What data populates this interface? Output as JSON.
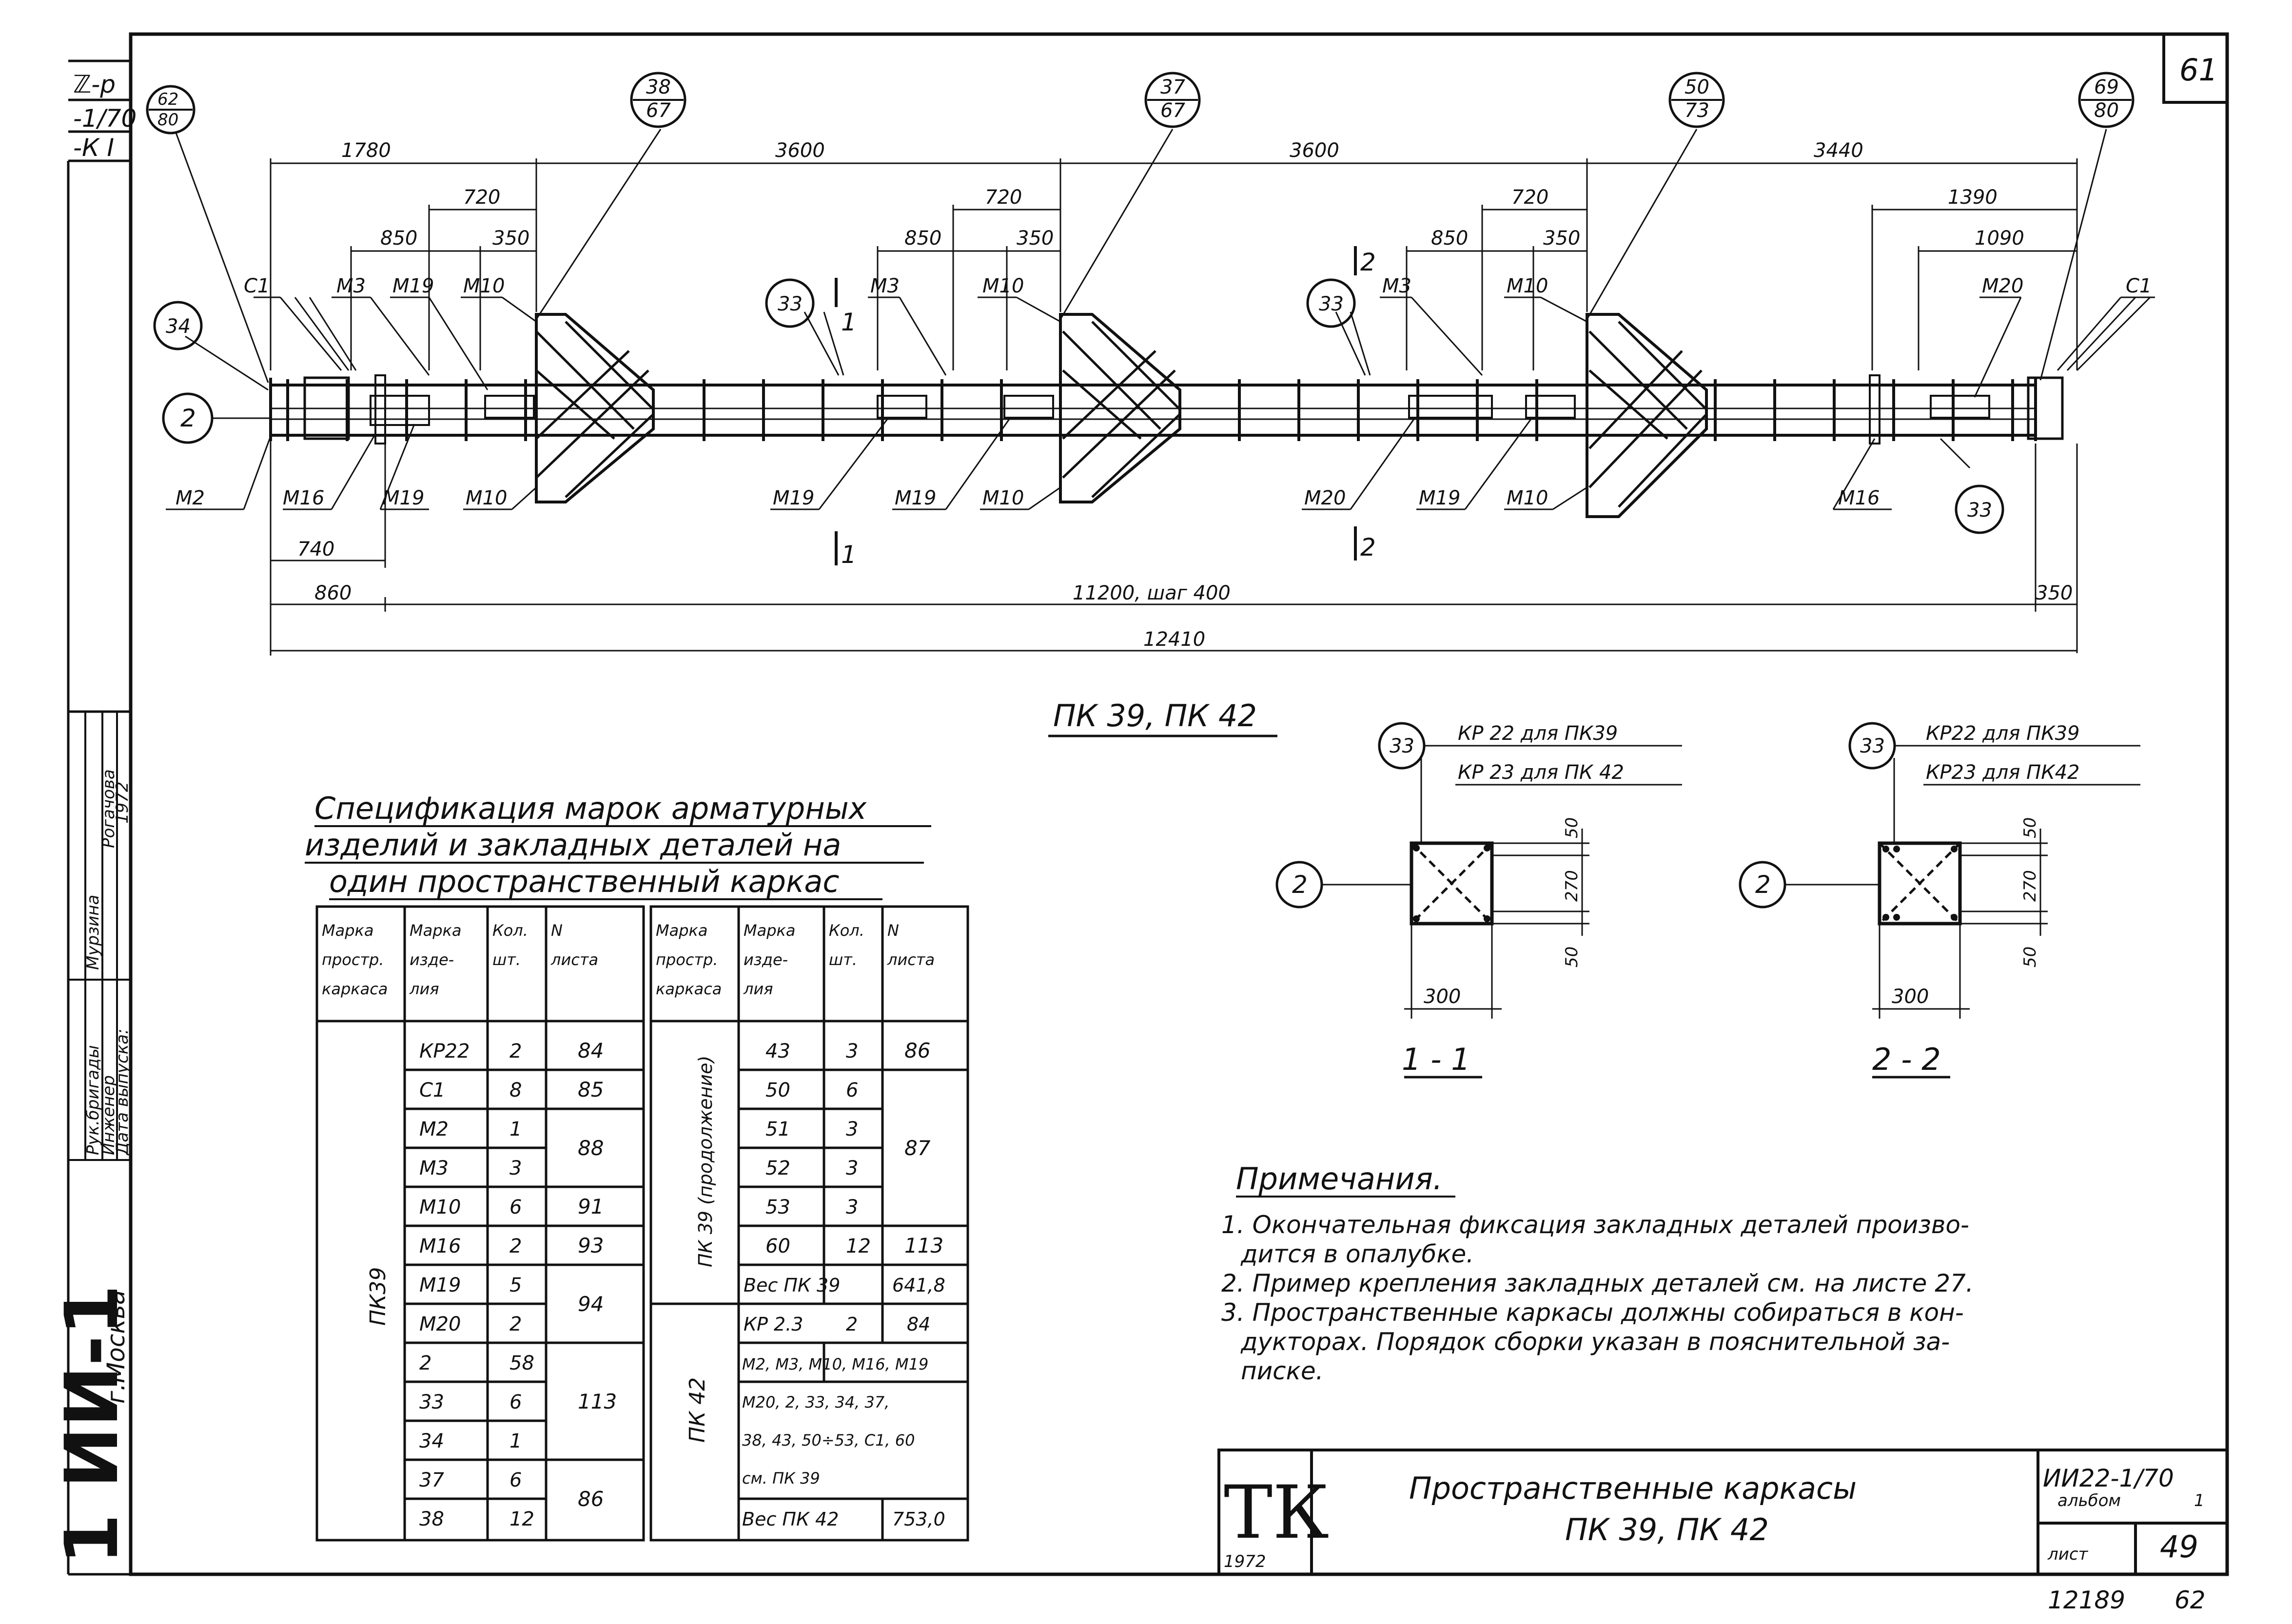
{
  "sheet": {
    "page_number": "61",
    "left_strip": {
      "ref_top": "ℤ-р",
      "ref_mid": "-1/70",
      "ref_bot": "-К I",
      "series": "1 ИИ-1",
      "city": "г.Москва",
      "roles": [
        "Рук.бригады",
        "Инженер",
        "Дата выпуска:"
      ],
      "names": [
        "Мурзина",
        "Рогачова"
      ],
      "year": "1972"
    },
    "stamp": {
      "logo": "ТК",
      "logo_year": "1972",
      "title_line1": "Пространственные каркасы",
      "title_line2": "ПК 39,  ПК 42",
      "doc_code": "ИИ22-1/70",
      "album_label": "альбом",
      "album_no": "1",
      "sheet_label": "лист",
      "sheet_no": "49",
      "archive_no": "12189",
      "archive_page": "62"
    }
  },
  "elevation": {
    "callouts": [
      {
        "top": "62",
        "bot": "80"
      },
      {
        "top": "38",
        "bot": "67"
      },
      {
        "top": "37",
        "bot": "67"
      },
      {
        "top": "50",
        "bot": "73"
      },
      {
        "top": "69",
        "bot": "80"
      }
    ],
    "circle_labels": [
      "34",
      "2",
      "33",
      "33",
      "33"
    ],
    "top_dims": [
      "1780",
      "3600",
      "3600",
      "3440"
    ],
    "sub_dims": [
      "720",
      "850",
      "350",
      "720",
      "850",
      "350",
      "720",
      "850",
      "350",
      "1390",
      "1090"
    ],
    "upper_labels": [
      "С1",
      "М3",
      "М19",
      "М10",
      "М3",
      "М10",
      "М3",
      "М10",
      "М20",
      "С1"
    ],
    "lower_labels": [
      "М2",
      "М16",
      "М19",
      "М10",
      "М19",
      "М19",
      "М10",
      "М20",
      "М19",
      "М10",
      "М16"
    ],
    "section_marks": [
      "1",
      "1",
      "2",
      "2"
    ],
    "bottom_dims": [
      "740",
      "860",
      "11200,  шаг 400",
      "350",
      "12410"
    ]
  },
  "frame_title": "ПК 39,  ПК 42",
  "sections": [
    {
      "circle_top": "33",
      "note1": "КР 22 для ПК39",
      "note2": "КР 23 для ПК 42",
      "circle_side": "2",
      "dim_top": "50",
      "dim_mid": "270",
      "dim_bot": "50",
      "dim_width": "300",
      "title": "1 - 1"
    },
    {
      "circle_top": "33",
      "note1": "КР22 для ПК39",
      "note2": "КР23 для ПК42",
      "circle_side": "2",
      "dim_top": "50",
      "dim_mid": "270",
      "dim_bot": "50",
      "dim_width": "300",
      "title": "2 - 2"
    }
  ],
  "spec": {
    "title_lines": [
      "Спецификация марок арматурных",
      "изделий и закладных деталей на",
      "один пространственный каркас"
    ],
    "headers": [
      [
        "Марка",
        "простр.",
        "каркаса"
      ],
      [
        "Марка",
        "изде-",
        "лия"
      ],
      [
        "Кол.",
        "шт."
      ],
      [
        "N",
        "листа"
      ]
    ],
    "left_group": "ПК39",
    "left_items": [
      [
        "КР22",
        "2"
      ],
      [
        "С1",
        "8"
      ],
      [
        "М2",
        "1"
      ],
      [
        "М3",
        "3"
      ],
      [
        "М10",
        "6"
      ],
      [
        "М16",
        "2"
      ],
      [
        "М19",
        "5"
      ],
      [
        "М20",
        "2"
      ],
      [
        "2",
        "58"
      ],
      [
        "33",
        "6"
      ],
      [
        "34",
        "1"
      ],
      [
        "37",
        "6"
      ],
      [
        "38",
        "12"
      ]
    ],
    "left_sheets": [
      "84",
      "85",
      "88",
      "91",
      "93",
      "94",
      "113",
      "86"
    ],
    "right_group1": "ПК 39 (продолжение)",
    "right_items": [
      [
        "43",
        "3"
      ],
      [
        "50",
        "6"
      ],
      [
        "51",
        "3"
      ],
      [
        "52",
        "3"
      ],
      [
        "53",
        "3"
      ],
      [
        "60",
        "12"
      ]
    ],
    "right_sheets": [
      "86",
      "87",
      "113"
    ],
    "weight39_label": "Вес ПК 39",
    "weight39": "641,8",
    "right_group2": "ПК 42",
    "pk42_item": [
      "КР 2.3",
      "2",
      "84"
    ],
    "pk42_text": [
      "М2, М3, М10, М16, М19",
      "М20, 2, 33, 34, 37,",
      "38, 43, 50÷53, С1, 60",
      "см. ПК 39"
    ],
    "weight42_label": "Вес ПК 42",
    "weight42": "753,0"
  },
  "notes": {
    "title": "Примечания.",
    "lines": [
      "1. Окончательная фиксация закладных деталей произво-",
      "дится в опалубке.",
      "2. Пример крепления закладных деталей см. на листе 27.",
      "3. Пространственные каркасы должны собираться в кон-",
      "дукторах. Порядок сборки указан в пояснительной за-",
      "писке."
    ]
  }
}
